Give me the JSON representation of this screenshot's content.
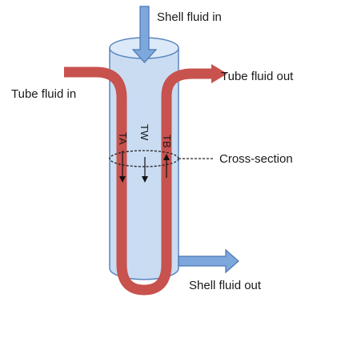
{
  "labels": {
    "shell_in": "Shell fluid in",
    "tube_out": "Tube fluid out",
    "tube_in": "Tube fluid in",
    "cross_section": "Cross-section",
    "shell_out": "Shell fluid out",
    "ta": "TA",
    "tw": "TW",
    "tb": "TB"
  },
  "colors": {
    "shell_fill": "#c9dcf2",
    "shell_stroke": "#5b86bd",
    "tube": "#c8524e",
    "arrow_fill": "#7ea7dc",
    "arrow_stroke": "#4a76b5",
    "text": "#1a1a1a"
  }
}
